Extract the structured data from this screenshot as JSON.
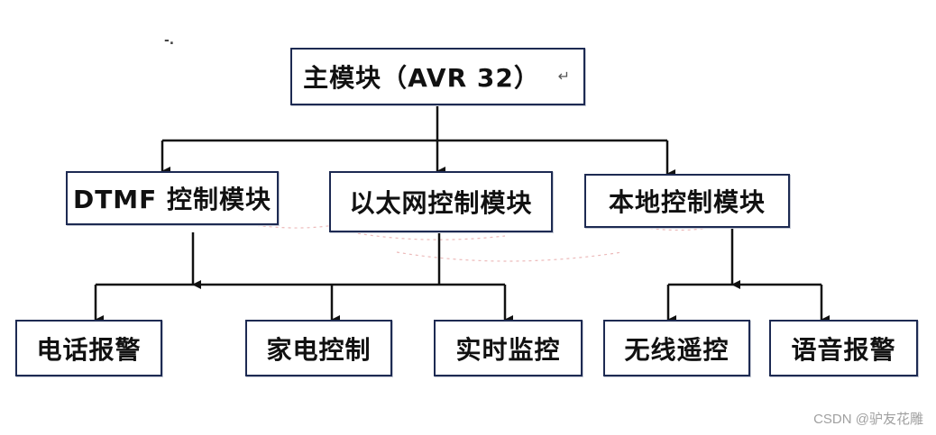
{
  "diagram": {
    "stray_mark": "-.",
    "main_module": {
      "label": "主模块（AVR 32）",
      "return_mark": "↵"
    },
    "second_level": {
      "dtmf": "DTMF 控制模块",
      "ethernet": "以太网控制模块",
      "local": "本地控制模块"
    },
    "third_level": {
      "phone_alarm": "电话报警",
      "home_appliance": "家电控制",
      "realtime_monitor": "实时监控",
      "wireless_remote": "无线遥控",
      "voice_alarm": "语音报警"
    },
    "colors": {
      "box_border": "#1d2a52",
      "connector": "#111111",
      "faint_background_trace": "#e8a9a9"
    }
  },
  "watermark": "CSDN @驴友花雕"
}
